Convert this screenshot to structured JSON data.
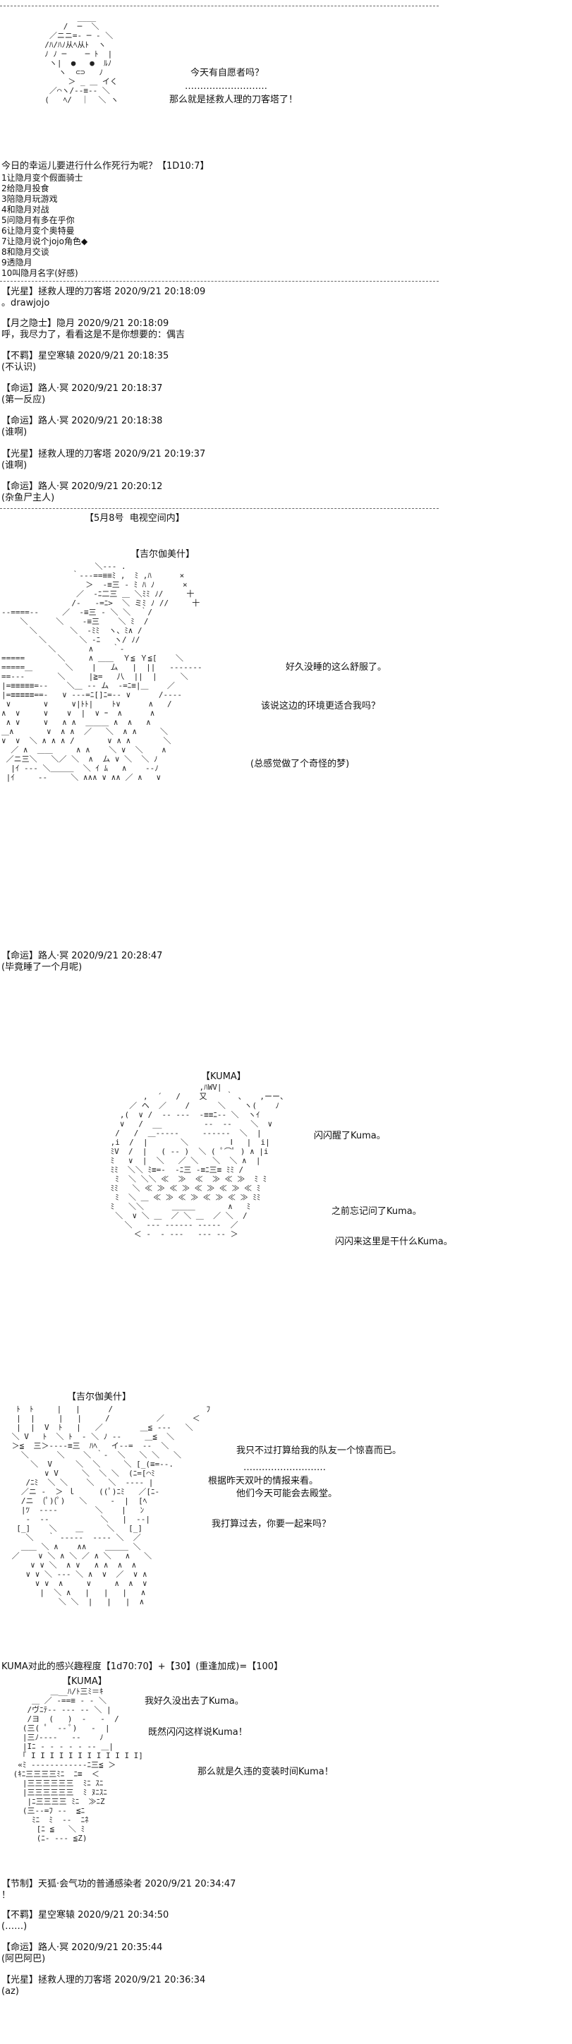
{
  "section1": {
    "lines": [
      "今天有自愿者吗？",
      "………………………",
      "那么就是拯救人理的刀客塔了！"
    ],
    "prompt": "今日的幸运儿要进行什么作死行为呢？【1D10:7】",
    "options": [
      "1让隐月变个假面骑士",
      "2给隐月投食",
      "3陪隐月玩游戏",
      "4和隐月对战",
      "5问隐月有多在乎你",
      "6让隐月变个奥特曼",
      "7让隐月说个jojo角色◆",
      "8和隐月交谈",
      "9透隐月",
      "10叫隐月名字(好感)"
    ],
    "comments": [
      {
        "header": "【光星】拯救人理的刀客塔 2020/9/21 20:18:09",
        "text": "。drawjojo"
      },
      {
        "header": "【月之隐士】隐月 2020/9/21 20:18:09",
        "text": "呼，我尽力了，看看这是不是你想要的：偶吉"
      },
      {
        "header": "【不羁】星空寒辕 2020/9/21 20:18:35",
        "text": "(不认识)"
      },
      {
        "header": "【命运】路人·冥 2020/9/21 20:18:37",
        "text": "(第一反应)"
      },
      {
        "header": "【命运】路人·冥 2020/9/21 20:18:38",
        "text": "(谁啊)"
      },
      {
        "header": "【光星】拯救人理的刀客塔 2020/9/21 20:19:37",
        "text": "(谁啊)"
      },
      {
        "header": "【命运】路人·冥 2020/9/21 20:20:12",
        "text": "(杂鱼尸主人)"
      }
    ]
  },
  "section2": {
    "date": "【5月8号  电视空间内】",
    "speaker": "【吉尔伽美什】",
    "lines": [
      "好久没睡的这么舒服了。",
      "该说这边的环境更适合我吗？",
      "(总感觉做了个奇怪的梦)"
    ],
    "comment": {
      "header": "【命运】路人·冥 2020/9/21 20:28:47",
      "text": "(毕竟睡了一个月呢)"
    }
  },
  "section3": {
    "speaker": "【KUMA】",
    "lines": [
      "闪闪醒了Kuma。",
      "之前忘记问了Kuma。",
      "闪闪来这里是干什么Kuma。"
    ]
  },
  "section4": {
    "speaker": "【吉尔伽美什】",
    "lines": [
      "我只不过打算给我的队友一个惊喜而已。",
      "………………………",
      "根据昨天双叶的情报来看。",
      "他们今天可能会去殿堂。",
      "我打算过去，你要一起来吗？"
    ],
    "roll": "KUMA对此的感兴趣程度【1d70:70】+【30】(重逢加成)=【100】"
  },
  "section5": {
    "speaker": "【KUMA】",
    "lines": [
      "我好久没出去了Kuma。",
      "既然闪闪这样说Kuma！",
      "那么就是久违的变装时间Kuma！"
    ],
    "comments": [
      {
        "header": "【节制】天狐·会气功的普通感染者 2020/9/21 20:34:47",
        "text": "！"
      },
      {
        "header": "【不羁】星空寒辕 2020/9/21 20:34:50",
        "text": "(……)"
      },
      {
        "header": "【命运】路人·冥 2020/9/21 20:35:44",
        "text": "(阿巴阿巴)"
      },
      {
        "header": "【光星】拯救人理的刀客塔 2020/9/21 20:36:34",
        "text": "(az)"
      }
    ]
  }
}
